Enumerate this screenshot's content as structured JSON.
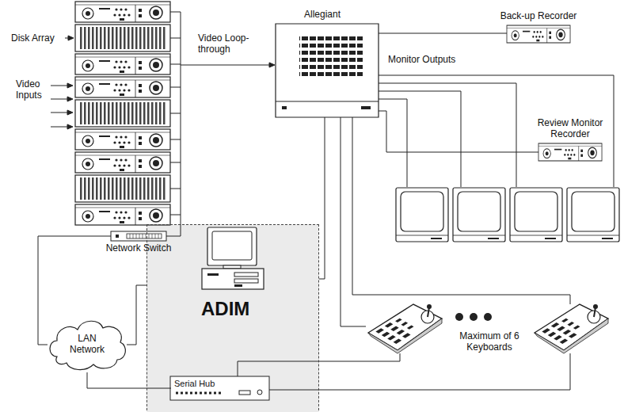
{
  "diagram": {
    "nodes": [
      {
        "text": [
          "Allegiant"
        ]
      },
      {
        "text": [
          "Back-up Recorder"
        ]
      },
      {
        "text": [
          "Review Monitor Recorder"
        ]
      },
      {
        "text": [
          "Network Switch"
        ]
      },
      {
        "text": [
          "ADIM"
        ]
      },
      {
        "text": [
          "LAN Network"
        ]
      },
      {
        "text": [
          "Serial Hub"
        ],
        "in": 4
      }
    ],
    "edges": [
      {
        "from": 0,
        "to": 1,
        "arrow": "none"
      },
      {
        "from": 0,
        "to": 2,
        "arrow": "none"
      },
      {
        "from": 3,
        "to": 5,
        "arrow": "none"
      },
      {
        "from": 5,
        "to": 4,
        "arrow": "none"
      },
      {
        "from": 5,
        "to": 6,
        "arrow": "none"
      },
      {
        "from": 4,
        "to": 0,
        "arrow": "none"
      }
    ],
    "labels": [
      "Disk Array",
      "Video Inputs",
      "Video Loop-through",
      "Monitor Outputs",
      "Maximum of 6 Keyboards"
    ]
  }
}
